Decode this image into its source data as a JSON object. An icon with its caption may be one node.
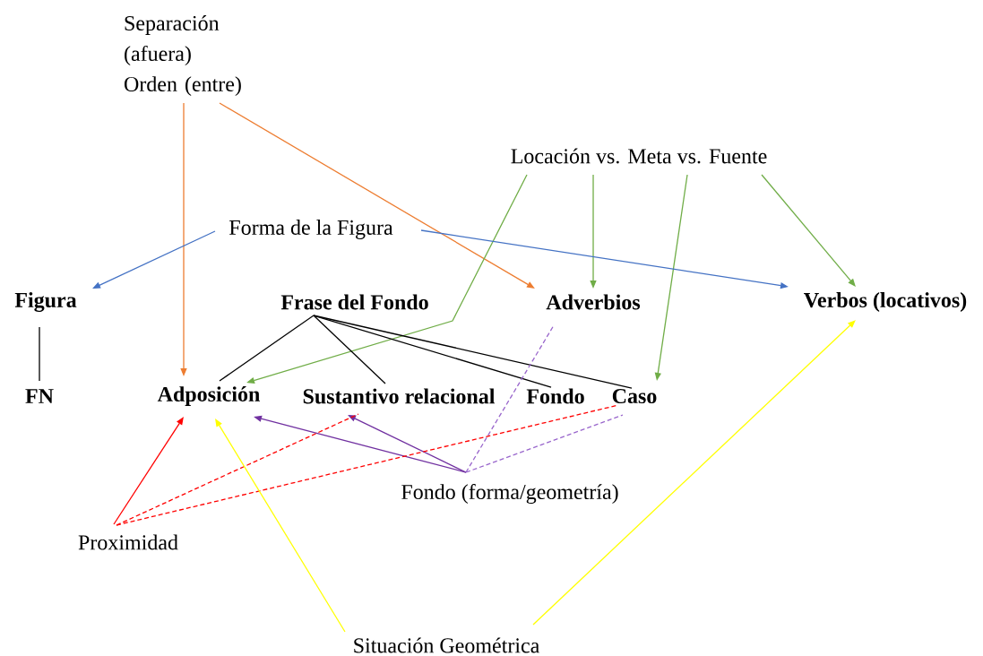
{
  "diagram": {
    "nodes": [
      {
        "text": [
          "Separación (afuera)",
          "Orden (entre)"
        ]
      },
      {
        "text": [
          "Locación vs. Meta vs. Fuente"
        ]
      },
      {
        "text": [
          "Forma de la Figura"
        ]
      },
      {
        "text": [
          "Figura"
        ]
      },
      {
        "text": [
          "Frase del Fondo"
        ]
      },
      {
        "text": [
          "Adverbios"
        ]
      },
      {
        "text": [
          "Verbos (locativos)"
        ]
      },
      {
        "text": [
          "FN"
        ]
      },
      {
        "text": [
          "Adposición"
        ]
      },
      {
        "text": [
          "Sustantivo relacional"
        ]
      },
      {
        "text": [
          "Fondo"
        ]
      },
      {
        "text": [
          "Caso"
        ]
      },
      {
        "text": [
          "Fondo (forma/geometría)"
        ]
      },
      {
        "text": [
          "Proximidad"
        ]
      },
      {
        "text": [
          "Situación Geométrica"
        ]
      }
    ],
    "edges": [
      {
        "from": 0,
        "to": 8,
        "arrow": "to",
        "color": "#ed7d31"
      },
      {
        "from": 0,
        "to": 5,
        "arrow": "to",
        "color": "#ed7d31"
      },
      {
        "from": 1,
        "to": 8,
        "arrow": "to",
        "color": "#70ad47"
      },
      {
        "from": 1,
        "to": 5,
        "arrow": "to",
        "color": "#70ad47"
      },
      {
        "from": 1,
        "to": 11,
        "arrow": "to",
        "color": "#70ad47"
      },
      {
        "from": 1,
        "to": 6,
        "arrow": "to",
        "color": "#70ad47"
      },
      {
        "from": 2,
        "to": 3,
        "arrow": "to",
        "color": "#4472c4"
      },
      {
        "from": 2,
        "to": 6,
        "arrow": "to",
        "color": "#4472c4"
      },
      {
        "from": 3,
        "to": 7,
        "arrow": "none",
        "color": "#000000"
      },
      {
        "from": 4,
        "to": 8,
        "arrow": "none",
        "color": "#000000"
      },
      {
        "from": 4,
        "to": 9,
        "arrow": "none",
        "color": "#000000"
      },
      {
        "from": 4,
        "to": 10,
        "arrow": "none",
        "color": "#000000"
      },
      {
        "from": 4,
        "to": 11,
        "arrow": "none",
        "color": "#000000"
      },
      {
        "from": 12,
        "to": 8,
        "arrow": "to",
        "color": "#7030a0"
      },
      {
        "from": 12,
        "to": 9,
        "arrow": "to",
        "color": "#7030a0"
      },
      {
        "from": 12,
        "to": 5,
        "arrow": "none",
        "style": "dashed",
        "color": "#9966cc"
      },
      {
        "from": 12,
        "to": 11,
        "arrow": "none",
        "style": "dashed",
        "color": "#9966cc"
      },
      {
        "from": 13,
        "to": 8,
        "arrow": "to",
        "color": "#ff0000"
      },
      {
        "from": 13,
        "to": 9,
        "arrow": "none",
        "style": "dashed",
        "color": "#ff0000"
      },
      {
        "from": 13,
        "to": 11,
        "arrow": "none",
        "style": "dashed",
        "color": "#ff0000"
      },
      {
        "from": 14,
        "to": 8,
        "arrow": "to",
        "color": "#ffff00"
      },
      {
        "from": 14,
        "to": 6,
        "arrow": "to",
        "color": "#ffff00"
      }
    ]
  }
}
